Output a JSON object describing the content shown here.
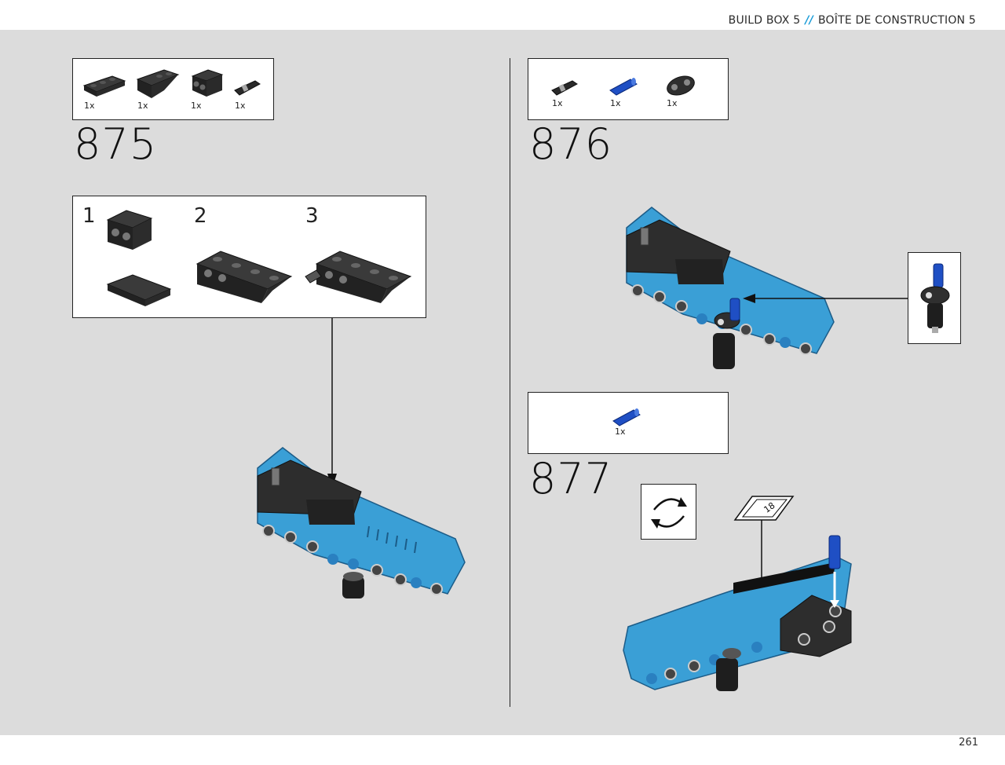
{
  "header": {
    "build_box_en": "BUILD BOX 5",
    "separator": "//",
    "build_box_fr": "BOÎTE DE CONSTRUCTION 5"
  },
  "page_number": "261",
  "colors": {
    "accent": "#1a9cd8",
    "model_blue": "#3a9fd6",
    "part_dark": "#2f2f2f",
    "pin_blue": "#1f4fc4",
    "background": "#dcdcdc"
  },
  "steps": [
    {
      "number": "875",
      "parts": [
        {
          "name": "black-plate-1x3-inverted-icon",
          "qty": "1x"
        },
        {
          "name": "black-slope-inverted-icon",
          "qty": "1x"
        },
        {
          "name": "black-brick-1x2-holes-icon",
          "qty": "1x"
        },
        {
          "name": "black-axle-pin-icon",
          "qty": "1x"
        }
      ],
      "substeps": [
        "1",
        "2",
        "3"
      ]
    },
    {
      "number": "876",
      "parts": [
        {
          "name": "black-axle-pin-icon",
          "qty": "1x"
        },
        {
          "name": "blue-pin-icon",
          "qty": "1x"
        },
        {
          "name": "black-liftarm-connector-icon",
          "qty": "1x"
        }
      ]
    },
    {
      "number": "877",
      "parts": [
        {
          "name": "blue-pin-icon",
          "qty": "1x"
        }
      ],
      "sticker_label": "18"
    }
  ]
}
